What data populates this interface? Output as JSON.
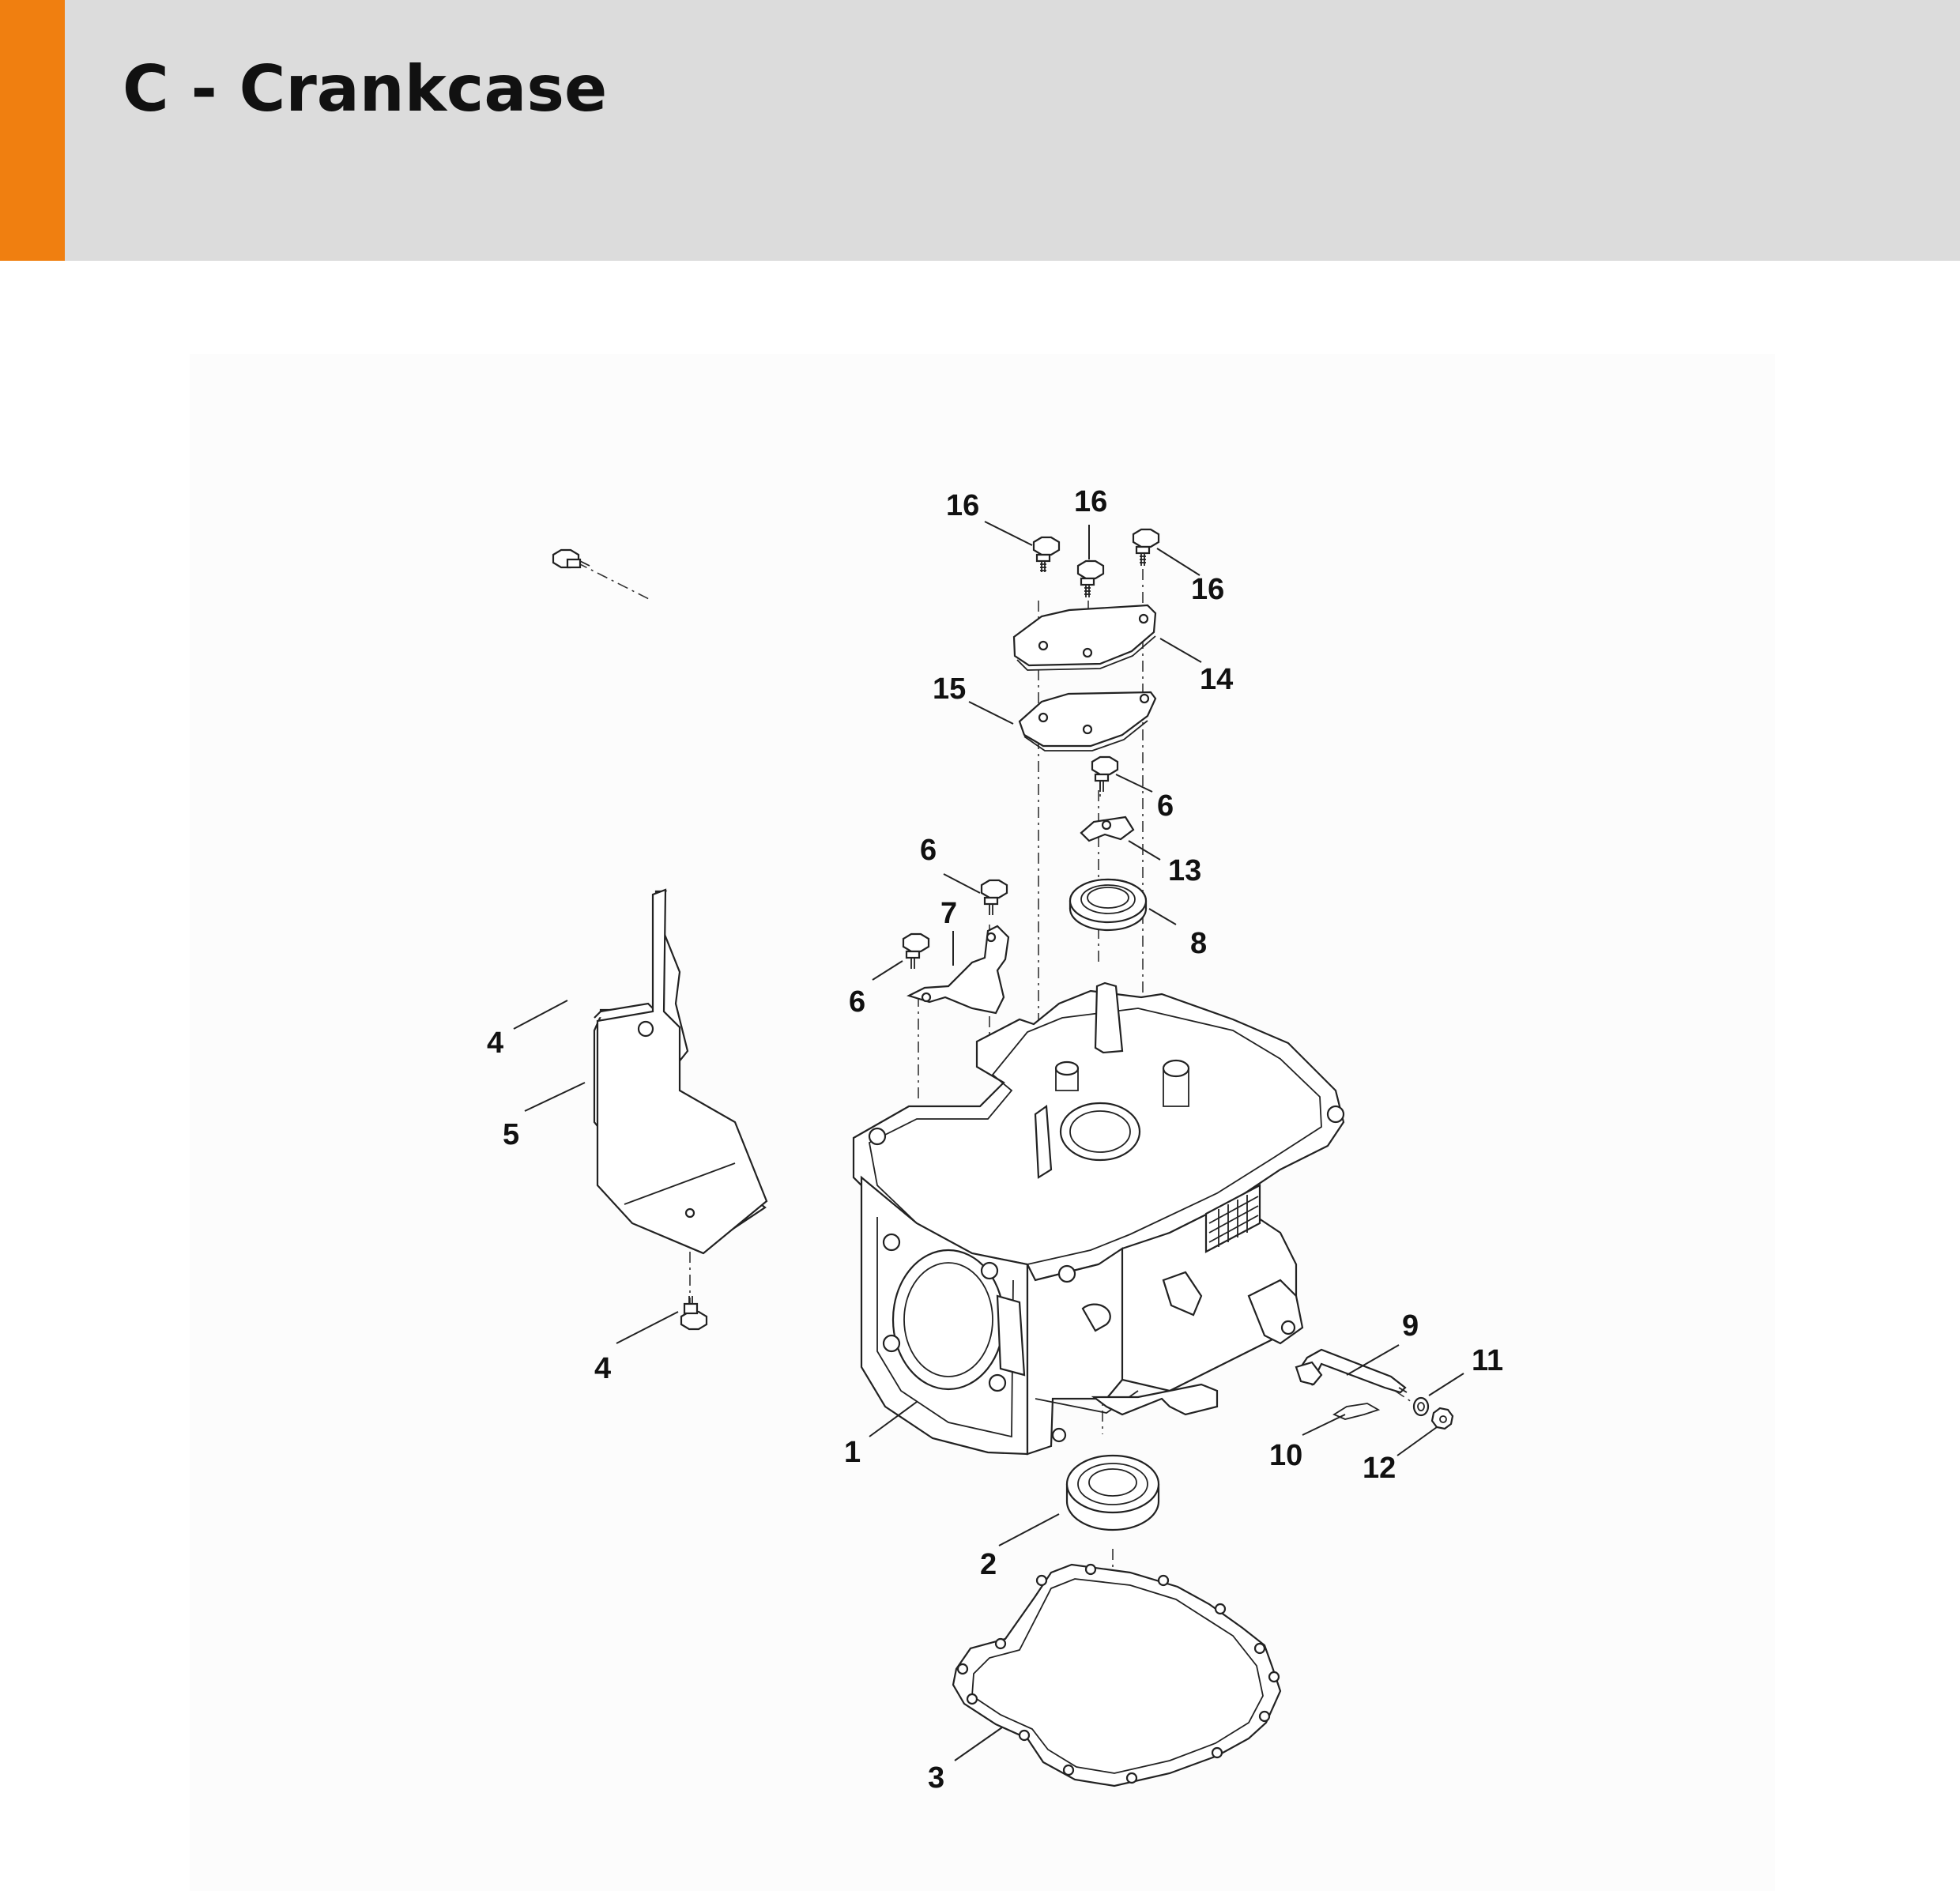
{
  "header": {
    "title": "C - Crankcase",
    "accent_color": "#f07f10",
    "background_color": "#dcdcdc"
  },
  "callouts": [
    {
      "id": "c1",
      "label": "1"
    },
    {
      "id": "c2",
      "label": "2"
    },
    {
      "id": "c3",
      "label": "3"
    },
    {
      "id": "c4a",
      "label": "4"
    },
    {
      "id": "c4b",
      "label": "4"
    },
    {
      "id": "c5",
      "label": "5"
    },
    {
      "id": "c6a",
      "label": "6"
    },
    {
      "id": "c6b",
      "label": "6"
    },
    {
      "id": "c6c",
      "label": "6"
    },
    {
      "id": "c7",
      "label": "7"
    },
    {
      "id": "c8",
      "label": "8"
    },
    {
      "id": "c9",
      "label": "9"
    },
    {
      "id": "c10",
      "label": "10"
    },
    {
      "id": "c11",
      "label": "11"
    },
    {
      "id": "c12",
      "label": "12"
    },
    {
      "id": "c13",
      "label": "13"
    },
    {
      "id": "c14",
      "label": "14"
    },
    {
      "id": "c15",
      "label": "15"
    },
    {
      "id": "c16a",
      "label": "16"
    },
    {
      "id": "c16b",
      "label": "16"
    },
    {
      "id": "c16c",
      "label": "16"
    }
  ]
}
